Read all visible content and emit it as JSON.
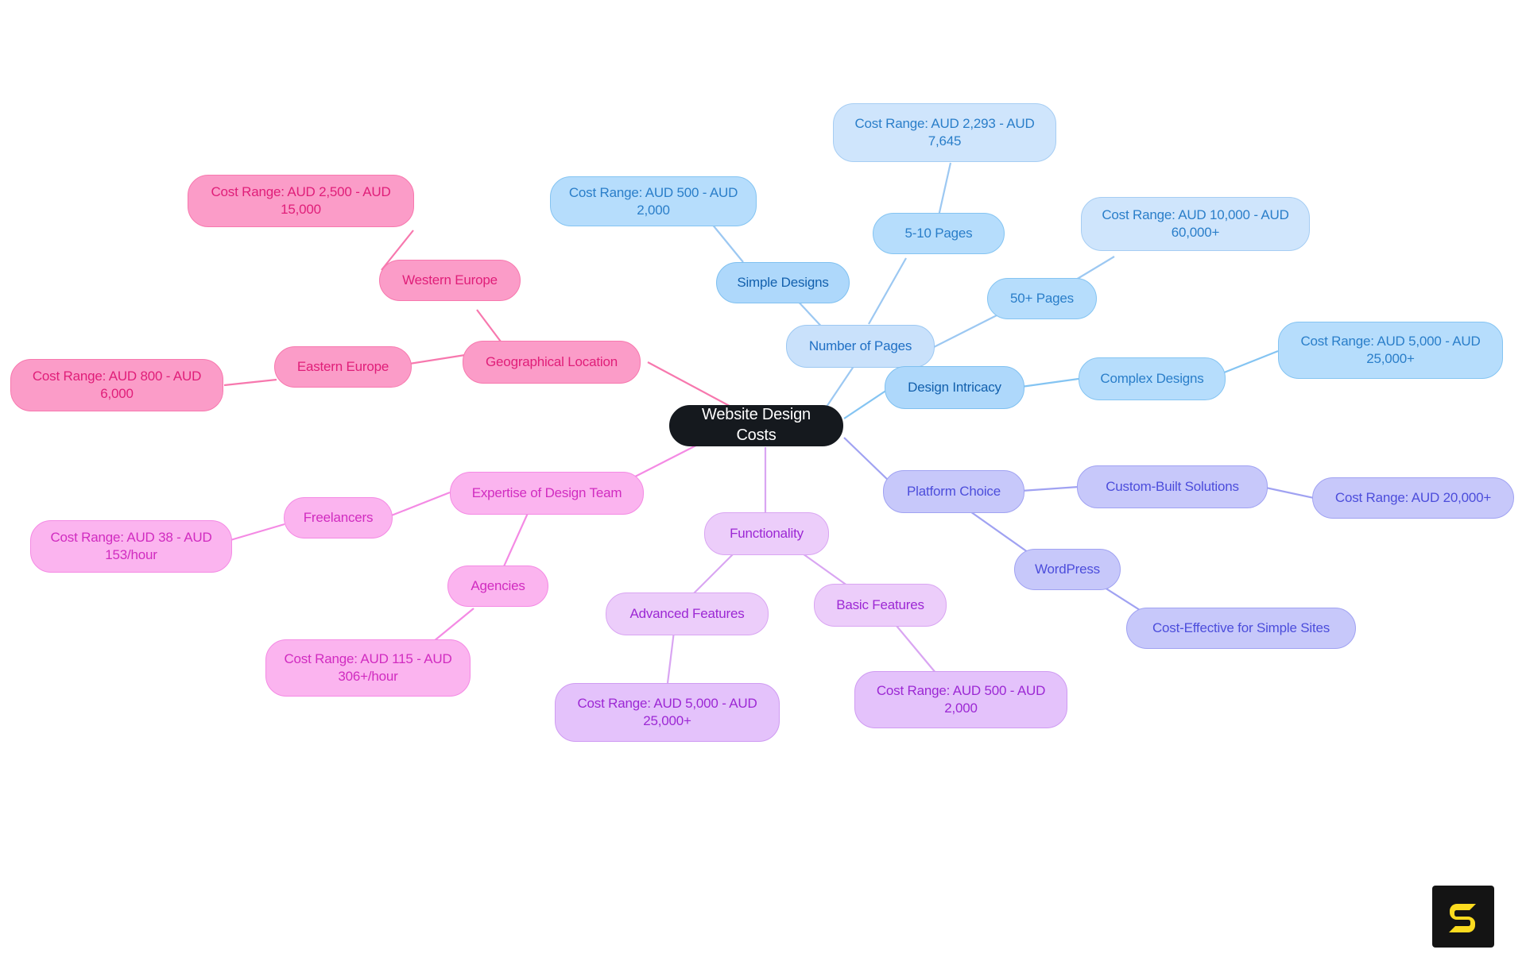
{
  "diagram": {
    "type": "mindmap",
    "root": {
      "label": "Website Design Costs"
    },
    "branches": [
      {
        "label": "Number of Pages",
        "color": "#c9e1fb",
        "children": [
          {
            "label": "Simple Designs",
            "cost": "Cost Range: AUD 500 - AUD 2,000"
          },
          {
            "label": "5-10 Pages",
            "cost": "Cost Range: AUD 2,293 - AUD 7,645"
          },
          {
            "label": "50+ Pages",
            "cost": "Cost Range: AUD 10,000 - AUD 60,000+"
          }
        ]
      },
      {
        "label": "Design Intricacy",
        "color": "#aed8fb",
        "children": [
          {
            "label": "Complex Designs",
            "cost": "Cost Range: AUD 5,000 - AUD 25,000+"
          }
        ]
      },
      {
        "label": "Platform Choice",
        "color": "#c7c8fa",
        "children": [
          {
            "label": "Custom-Built Solutions",
            "cost": "Cost Range: AUD 20,000+"
          },
          {
            "label": "WordPress",
            "cost": "Cost-Effective for Simple Sites"
          }
        ]
      },
      {
        "label": "Functionality",
        "color": "#eccdfa",
        "children": [
          {
            "label": "Advanced Features",
            "cost": "Cost Range: AUD 5,000 - AUD 25,000+"
          },
          {
            "label": "Basic Features",
            "cost": "Cost Range: AUD 500 - AUD 2,000"
          }
        ]
      },
      {
        "label": "Expertise of Design Team",
        "color": "#fbb4ef",
        "children": [
          {
            "label": "Freelancers",
            "cost": "Cost Range: AUD 38 - AUD 153/hour"
          },
          {
            "label": "Agencies",
            "cost": "Cost Range: AUD 115 - AUD 306+/hour"
          }
        ]
      },
      {
        "label": "Geographical Location",
        "color": "#fb9cc8",
        "children": [
          {
            "label": "Western Europe",
            "cost": "Cost Range: AUD 2,500 - AUD 15,000"
          },
          {
            "label": "Eastern Europe",
            "cost": "Cost Range: AUD 800 - AUD 6,000"
          }
        ]
      }
    ]
  },
  "nodes": {
    "root": "Website Design Costs",
    "number_of_pages": "Number of Pages",
    "simple_designs": "Simple Designs",
    "simple_designs_cost": "Cost Range: AUD 500 - AUD 2,000",
    "pages_5_10": "5-10 Pages",
    "pages_5_10_cost": "Cost Range: AUD 2,293 - AUD 7,645",
    "pages_50_plus": "50+ Pages",
    "pages_50_plus_cost": "Cost Range: AUD 10,000 - AUD 60,000+",
    "design_intricacy": "Design Intricacy",
    "complex_designs": "Complex Designs",
    "complex_designs_cost": "Cost Range: AUD 5,000 - AUD 25,000+",
    "platform_choice": "Platform Choice",
    "custom_built": "Custom-Built Solutions",
    "custom_built_cost": "Cost Range: AUD 20,000+",
    "wordpress": "WordPress",
    "wordpress_cost": "Cost-Effective for Simple Sites",
    "functionality": "Functionality",
    "advanced_features": "Advanced Features",
    "advanced_features_cost": "Cost Range: AUD 5,000 - AUD 25,000+",
    "basic_features": "Basic Features",
    "basic_features_cost": "Cost Range: AUD 500 - AUD 2,000",
    "expertise": "Expertise of Design Team",
    "freelancers": "Freelancers",
    "freelancers_cost": "Cost Range: AUD 38 - AUD 153/hour",
    "agencies": "Agencies",
    "agencies_cost": "Cost Range: AUD 115 - AUD 306+/hour",
    "geographical_location": "Geographical Location",
    "western_europe": "Western Europe",
    "western_europe_cost": "Cost Range: AUD 2,500 - AUD 15,000",
    "eastern_europe": "Eastern Europe",
    "eastern_europe_cost": "Cost Range: AUD 800 - AUD 6,000"
  },
  "branding": {
    "logo_letter": "S",
    "logo_background": "#141414",
    "logo_color": "#fbdb1f"
  },
  "palette": {
    "root_bg": "#15191e",
    "blue_branch": "#c9e1fb",
    "blue_sub": "#aed8fb",
    "blue_text": "#1f6fc4",
    "rose_bg": "#fb9cc8",
    "rose_text": "#e01e79",
    "pink_bg": "#fbb4ef",
    "pink_text": "#d12cc0",
    "violet_bg": "#eccdfa",
    "violet_text": "#9c28d4",
    "periwinkle_bg": "#c7c8fa",
    "periwinkle_text": "#4c4ddb",
    "canvas_bg": "#ffffff"
  }
}
